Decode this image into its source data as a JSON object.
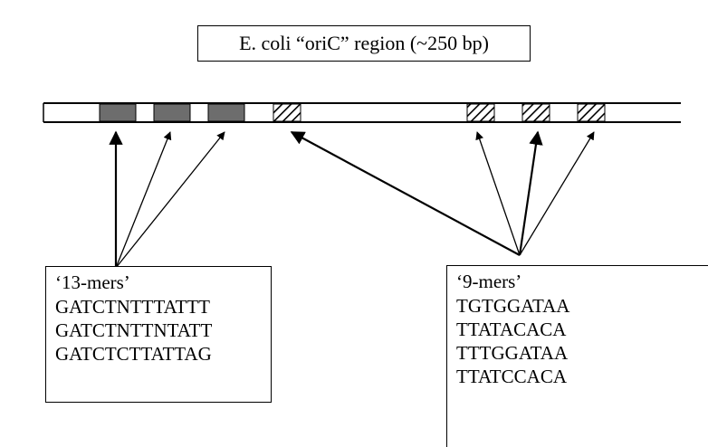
{
  "title": "E. coli “oriC” region (~250 bp)",
  "colors": {
    "line": "#000000",
    "thirteen_mer_fill": "#6d6d6d",
    "nine_mer_hatch": "#000000",
    "background": "#ffffff"
  },
  "thirteen_mers": {
    "title": "‘13-mers’",
    "sequences": [
      "GATCTNTTTATTT",
      "GATCTNTTNTATT",
      "GATCTCTTATTAG"
    ]
  },
  "nine_mers": {
    "title": "‘9-mers’",
    "sequences": [
      "TGTGGATAA",
      "TTATACACA",
      "TTTGGATAA",
      "TTATCCACA"
    ]
  }
}
